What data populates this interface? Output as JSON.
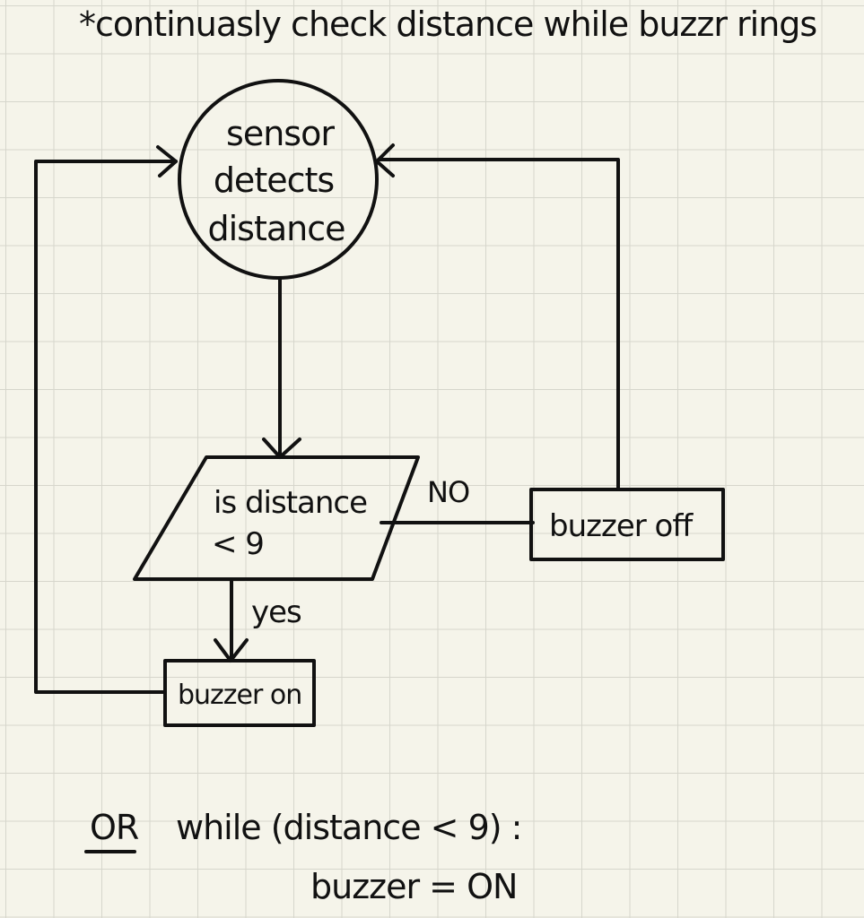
{
  "note": "*continuasly check distance while buzzr rings",
  "nodes": {
    "start": {
      "lines": [
        "sensor",
        "detects",
        "distance"
      ]
    },
    "decision": {
      "lines": [
        "is distance",
        "< 9"
      ]
    },
    "buzzer_off": {
      "label": "buzzer off"
    },
    "buzzer_on": {
      "label": "buzzer on"
    }
  },
  "edges": {
    "no_label": "NO",
    "yes_label": "yes"
  },
  "alternative": {
    "or_label": "OR",
    "line1": "while (distance < 9) :",
    "line2": "buzzer = ON"
  },
  "colors": {
    "paper": "#f5f4ea",
    "grid": "#d6d6cc",
    "ink": "#111111"
  }
}
